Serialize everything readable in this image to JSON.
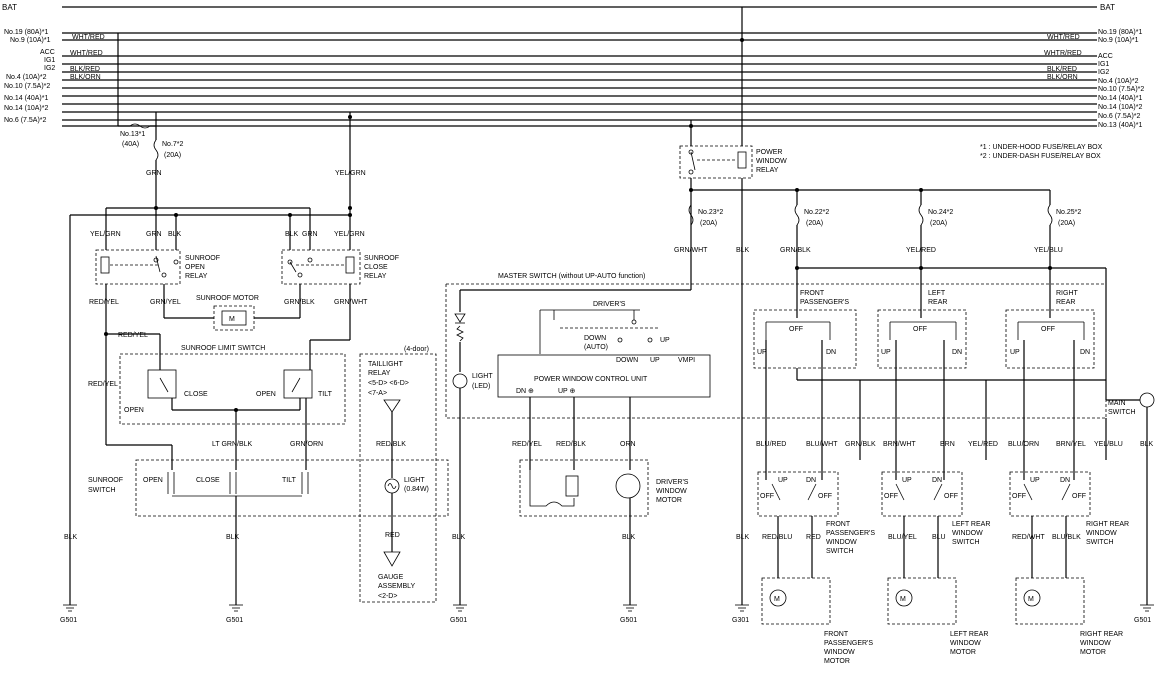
{
  "bat": {
    "left": "BAT",
    "right": "BAT"
  },
  "fuse_left": [
    "No.19 (80A)*1",
    "No.9 (10A)*1",
    "ACC",
    "IG1",
    "IG2",
    "No.4 (10A)*2",
    "No.10 (7.5A)*2",
    "No.14 (40A)*1",
    "No.14 (10A)*2",
    "No.6 (7.5A)*2"
  ],
  "fuse_right": [
    "No.19 (80A)*1",
    "No.9 (10A)*1",
    "ACC",
    "IG1",
    "IG2",
    "No.4 (10A)*2",
    "No.10 (7.5A)*2",
    "No.14 (40A)*1",
    "No.14 (10A)*2",
    "No.6 (7.5A)*2",
    "No.13 (40A)*1"
  ],
  "bus_wires": {
    "wht_red_l": "WHT/RED",
    "wht_red_l2": "WHT/RED",
    "blk_red_l": "BLK/RED",
    "blk_orn_l": "BLK/ORN",
    "wht_red_r": "WHT/RED",
    "whtr_red_r": "WHTR/RED",
    "blk_red_r": "BLK/RED",
    "blk_orn_r": "BLK/ORN"
  },
  "legend": {
    "note1": "*1 : UNDER-HOOD FUSE/RELAY BOX",
    "note2": "*2 : UNDER-DASH FUSE/RELAY BOX"
  },
  "fuses": {
    "no13": {
      "name": "No.13*1",
      "rating": "(40A)"
    },
    "no7": {
      "name": "No.7*2",
      "rating": "(20A)"
    },
    "no23": {
      "name": "No.23*2",
      "rating": "(20A)"
    },
    "no22": {
      "name": "No.22*2",
      "rating": "(20A)"
    },
    "no24": {
      "name": "No.24*2",
      "rating": "(20A)"
    },
    "no25": {
      "name": "No.25*2",
      "rating": "(20A)"
    }
  },
  "wires": {
    "grn_top": "GRN",
    "yel_grn_top": "YEL/GRN",
    "yel_grn_1": "YEL/GRN",
    "grn_1": "GRN",
    "blk_1": "BLK",
    "blk_2": "BLK",
    "grn_2": "GRN",
    "yel_grn_2": "YEL/GRN",
    "red_yel_1": "RED/YEL",
    "grn_yel": "GRN/YEL",
    "grn_blk_1": "GRN/BLK",
    "grn_wht_1": "GRN/WHT",
    "red_yel_2": "RED/YEL",
    "red_yel_3": "RED/YEL",
    "lt_grn_blk": "LT GRN/BLK",
    "grn_orn": "GRN/ORN",
    "blk_g1": "BLK",
    "blk_g2": "BLK",
    "red_blk_t": "RED/BLK",
    "red_t": "RED",
    "grn_wht_2": "GRN/WHT",
    "blk_3": "BLK",
    "grn_blk_2": "GRN/BLK",
    "yel_red": "YEL/RED",
    "yel_blu": "YEL/BLU",
    "red_yel_m": "RED/YEL",
    "red_blk_m": "RED/BLK",
    "orn_m": "ORN",
    "blk_l": "BLK",
    "blk_m": "BLK",
    "blk_ps": "BLK",
    "blu_red": "BLU/RED",
    "blu_wht": "BLU/WHT",
    "grn_blk_3": "GRN/BLK",
    "brn_wht": "BRN/WHT",
    "brn": "BRN",
    "yel_red_2": "YEL/RED",
    "blu_orn": "BLU/ORN",
    "brn_yel": "BRN/YEL",
    "yel_blu_2": "YEL/BLU",
    "blk_r": "BLK",
    "red_blu": "RED/BLU",
    "red_p": "RED",
    "blu_yel": "BLU/YEL",
    "blu_p": "BLU",
    "red_wht": "RED/WHT",
    "blu_blk": "BLU/BLK"
  },
  "labels": {
    "sunroof_open_relay": [
      "SUNROOF",
      "OPEN",
      "RELAY"
    ],
    "sunroof_close_relay": [
      "SUNROOF",
      "CLOSE",
      "RELAY"
    ],
    "sunroof_motor": "SUNROOF MOTOR",
    "sunroof_limit_switch": "SUNROOF LIMIT SWITCH",
    "open": "OPEN",
    "close": "CLOSE",
    "open2": "OPEN",
    "tilt": "TILT",
    "sunroof_switch": [
      "SUNROOF",
      "SWITCH"
    ],
    "sw_open": "OPEN",
    "sw_close": "CLOSE",
    "sw_tilt": "TILT",
    "four_door": "(4-door)",
    "taillight_relay": [
      "TAILLIGHT",
      "RELAY",
      "<5-D> <6-D>",
      "<7-A>"
    ],
    "light_084": [
      "LIGHT",
      "(0.84W)"
    ],
    "gauge": [
      "GAUGE",
      "ASSEMBLY",
      "<2-D>"
    ],
    "power_window_relay": [
      "POWER",
      "WINDOW",
      "RELAY"
    ],
    "master_switch": "MASTER SWITCH (without UP-AUTO function)",
    "drivers": "DRIVER'S",
    "down_auto": [
      "DOWN",
      "(AUTO)"
    ],
    "up": "UP",
    "down": "DOWN",
    "up2": "UP",
    "vmpi": "VMPI",
    "pwcu": "POWER WINDOW CONTROL UNIT",
    "dn_plus": "DN ⊕",
    "up_plus": "UP ⊕",
    "light_led": [
      "LIGHT",
      "(LED)"
    ],
    "drivers_window_motor": [
      "DRIVER'S",
      "WINDOW",
      "MOTOR"
    ],
    "front_passengers": [
      "FRONT",
      "PASSENGER'S"
    ],
    "left_rear": [
      "LEFT",
      "REAR"
    ],
    "right_rear": [
      "RIGHT",
      "REAR"
    ],
    "off": "OFF",
    "dn": "DN",
    "main_switch": [
      "MAIN",
      "SWITCH"
    ],
    "fp_window_switch": [
      "FRONT",
      "PASSENGER'S",
      "WINDOW",
      "SWITCH"
    ],
    "lr_window_switch": [
      "LEFT REAR",
      "WINDOW",
      "SWITCH"
    ],
    "rr_window_switch": [
      "RIGHT REAR",
      "WINDOW",
      "SWITCH"
    ],
    "fp_window_motor": [
      "FRONT",
      "PASSENGER'S",
      "WINDOW",
      "MOTOR"
    ],
    "lr_window_motor": [
      "LEFT REAR",
      "WINDOW",
      "MOTOR"
    ],
    "rr_window_motor": [
      "RIGHT REAR",
      "WINDOW",
      "MOTOR"
    ],
    "m": "M"
  },
  "grounds": {
    "g1": "G501",
    "g2": "G501",
    "g3": "G501",
    "g4": "G501",
    "g5": "G301",
    "g6": "G501"
  }
}
